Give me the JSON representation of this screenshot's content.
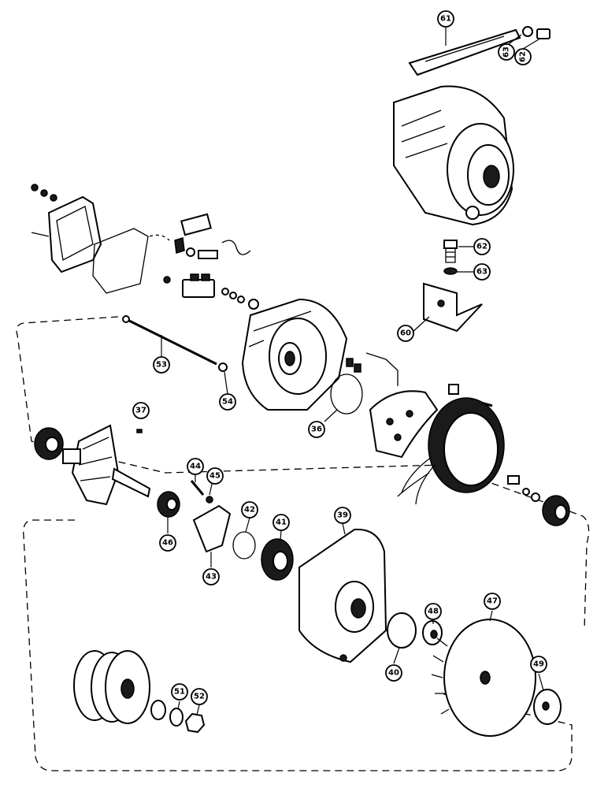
{
  "callouts": [
    {
      "id": "c61",
      "label": "61"
    },
    {
      "id": "c63a",
      "label": "63"
    },
    {
      "id": "c62a",
      "label": "62"
    },
    {
      "id": "c62b",
      "label": "62"
    },
    {
      "id": "c63b",
      "label": "63"
    },
    {
      "id": "c60",
      "label": "60"
    },
    {
      "id": "c53",
      "label": "53"
    },
    {
      "id": "c54",
      "label": "54"
    },
    {
      "id": "c36",
      "label": "36"
    },
    {
      "id": "c37",
      "label": "37"
    },
    {
      "id": "c44",
      "label": "44"
    },
    {
      "id": "c45",
      "label": "45"
    },
    {
      "id": "c42",
      "label": "42"
    },
    {
      "id": "c41",
      "label": "41"
    },
    {
      "id": "c39",
      "label": "39"
    },
    {
      "id": "c46",
      "label": "46"
    },
    {
      "id": "c43",
      "label": "43"
    },
    {
      "id": "c48",
      "label": "48"
    },
    {
      "id": "c47",
      "label": "47"
    },
    {
      "id": "c40",
      "label": "40"
    },
    {
      "id": "c49",
      "label": "49"
    },
    {
      "id": "c51",
      "label": "51"
    },
    {
      "id": "c52",
      "label": "52"
    }
  ]
}
